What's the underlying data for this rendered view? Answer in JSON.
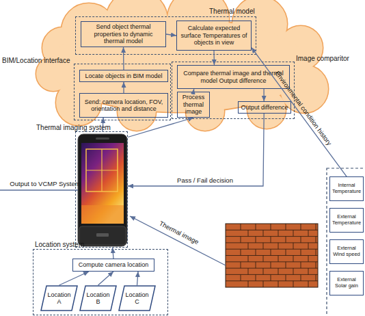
{
  "diagram": {
    "nodes": [
      {
        "text": [
          "Thermal model"
        ]
      },
      {
        "text": [
          "Send object thermal properties to dynamic thermal model"
        ],
        "in": 0
      },
      {
        "text": [
          "Calculate expected surface Temperatures of objects in view"
        ],
        "in": 0
      },
      {
        "text": [
          "BIM/Location interface"
        ]
      },
      {
        "text": [
          "Locate objects in BIM model"
        ],
        "in": 3
      },
      {
        "text": [
          "Send: camera location, FOV, orientation and distance"
        ],
        "in": 3
      },
      {
        "text": [
          "Image comparitor"
        ]
      },
      {
        "text": [
          "Compare thermal image and thermal model Output difference"
        ],
        "in": 6
      },
      {
        "text": [
          "Process thermal image"
        ],
        "in": 6
      },
      {
        "text": [
          "Output difference"
        ],
        "in": 6
      },
      {
        "text": [
          "Thermal imaging system"
        ]
      },
      {
        "text": [
          "Location system"
        ]
      },
      {
        "text": [
          "Compute camera location"
        ],
        "in": 11
      },
      {
        "text": [
          "Location A"
        ],
        "in": 11
      },
      {
        "text": [
          "Location B"
        ],
        "in": 11
      },
      {
        "text": [
          "Location C"
        ],
        "in": 11
      },
      {
        "text": [
          "Internal Temperature"
        ]
      },
      {
        "text": [
          "External Temperature"
        ]
      },
      {
        "text": [
          "External Wind speed"
        ]
      },
      {
        "text": [
          "External Solar gain"
        ]
      }
    ],
    "edges": [
      {
        "from": 13,
        "to": 12,
        "arrow": "to"
      },
      {
        "from": 14,
        "to": 12,
        "arrow": "to"
      },
      {
        "from": 15,
        "to": 12,
        "arrow": "to"
      },
      {
        "from": 12,
        "to": 10,
        "arrow": "to"
      },
      {
        "from": 10,
        "to": 5,
        "arrow": "to"
      },
      {
        "from": 5,
        "to": 4,
        "arrow": "to"
      },
      {
        "from": 4,
        "to": 1,
        "arrow": "to"
      },
      {
        "from": 1,
        "to": 2,
        "arrow": "to"
      },
      {
        "from": 2,
        "to": 7,
        "arrow": "to"
      },
      {
        "from": 10,
        "to": 8,
        "arrow": "to"
      },
      {
        "from": 8,
        "to": 7,
        "arrow": "to"
      },
      {
        "from": 7,
        "to": 9,
        "arrow": "to"
      },
      {
        "from": 9,
        "to": 10,
        "label": "Pass / Fail decision",
        "arrow": "to"
      },
      {
        "from": 16,
        "to": 2,
        "label": "Environmental condition history",
        "arrow": "to"
      }
    ],
    "labels": [
      "Output to VCMP System",
      "Thermal image"
    ]
  }
}
